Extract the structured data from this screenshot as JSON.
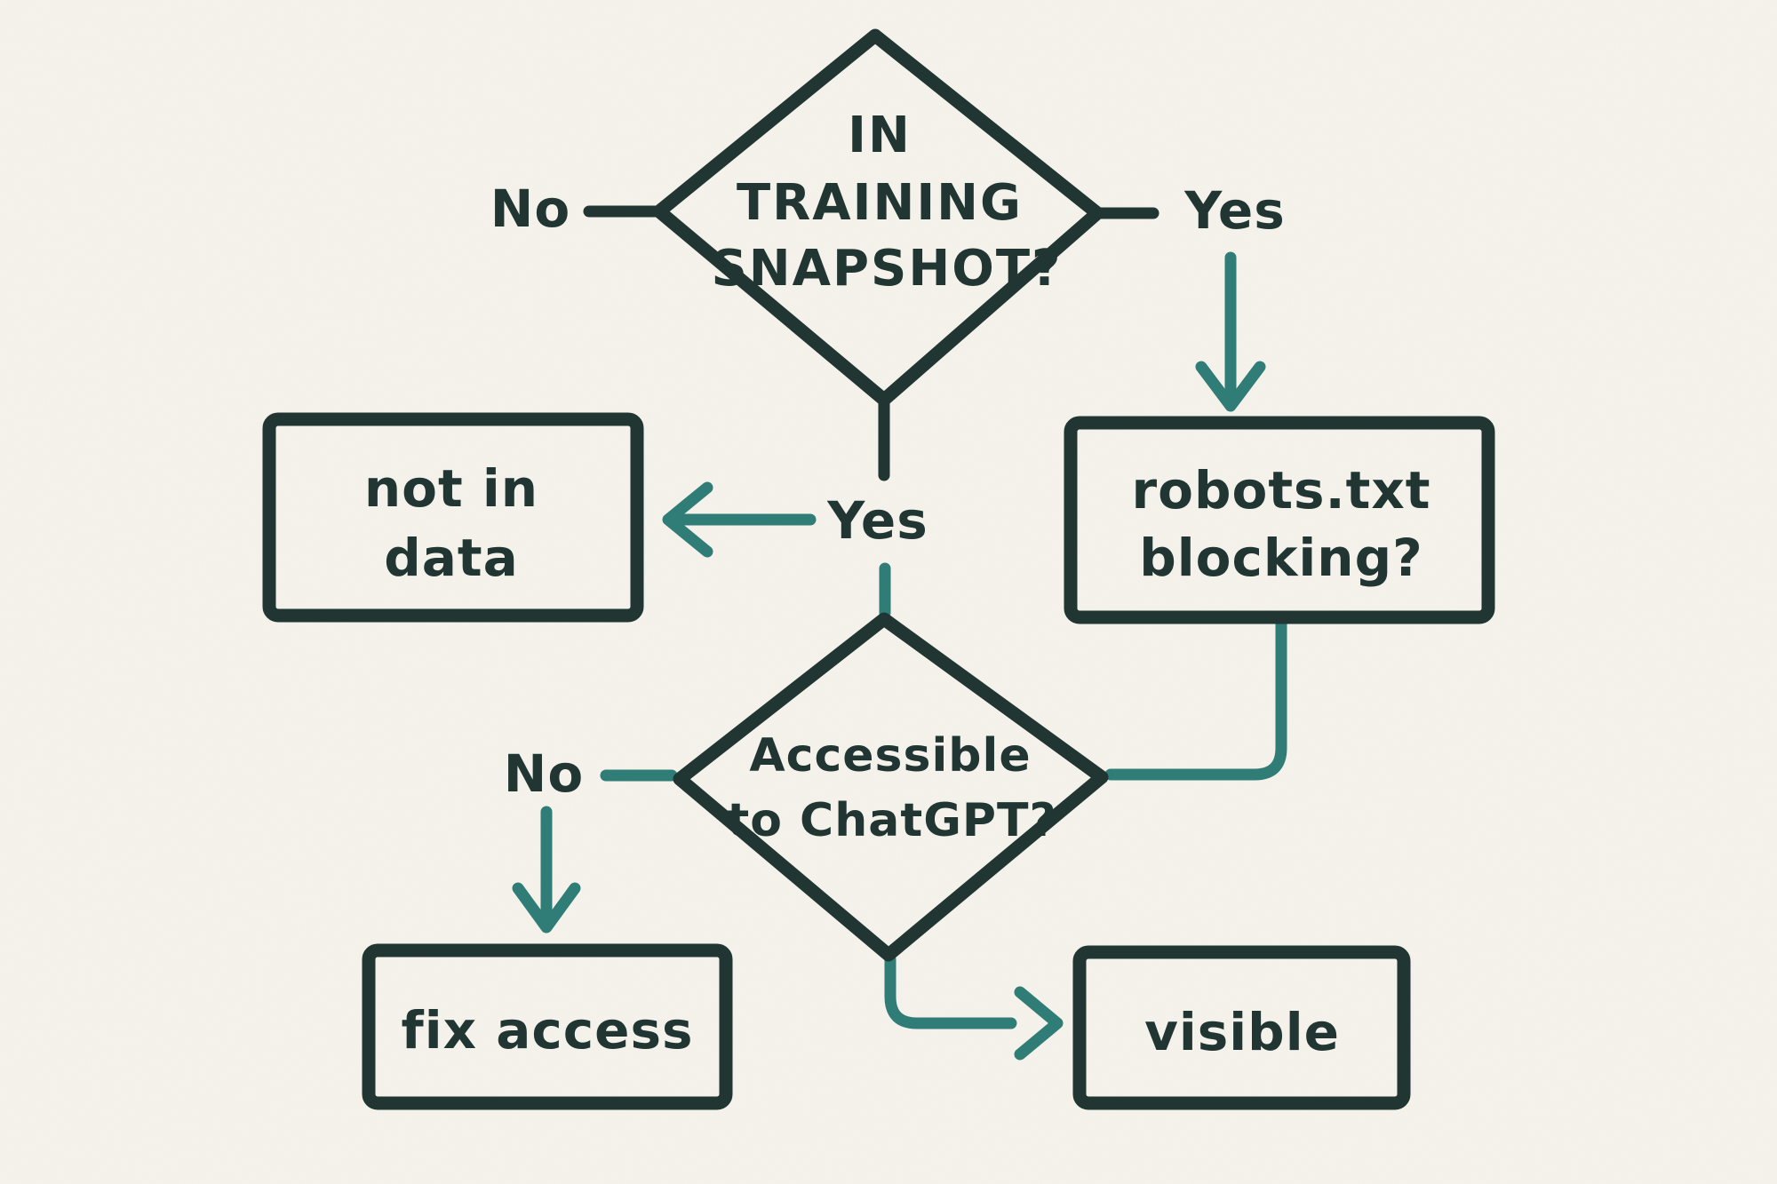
{
  "theme": {
    "background": "#f5f3ec",
    "ink": "#213632",
    "accent": "#2f7d76"
  },
  "flowchart": {
    "decision_training_snapshot": {
      "line1": "IN",
      "line2": "TRAINING",
      "line3": "SNAPSHOT?"
    },
    "decision_accessible": {
      "line1": "Accessible",
      "line2": "to ChatGPT?"
    },
    "box_not_in_data": {
      "line1": "not in",
      "line2": "data"
    },
    "box_robots": {
      "line1": "robots.txt",
      "line2": "blocking?"
    },
    "box_fix_access": {
      "label": "fix access"
    },
    "box_visible": {
      "label": "visible"
    },
    "edges": {
      "training_no": "No",
      "training_yes": "Yes",
      "center_yes": "Yes",
      "accessible_no": "No"
    }
  }
}
